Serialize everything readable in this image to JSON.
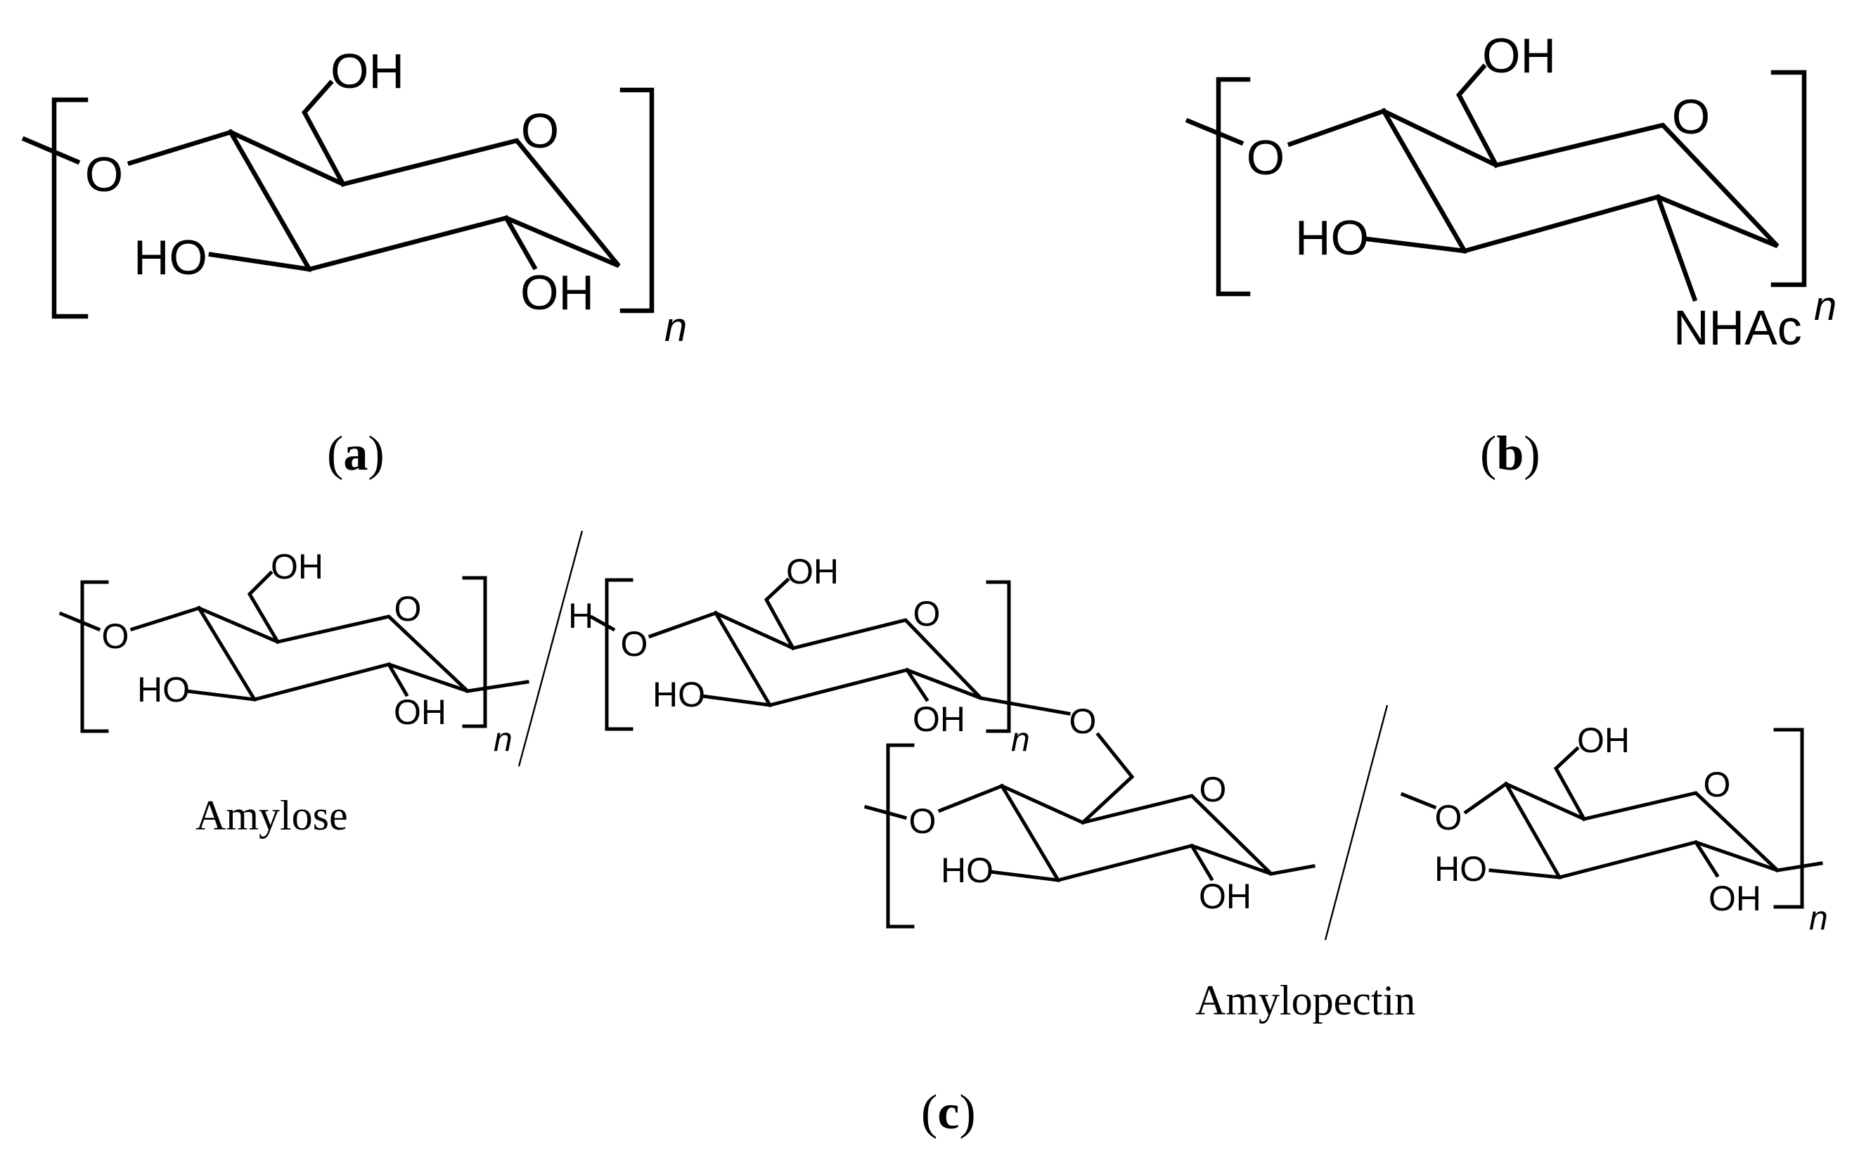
{
  "labels": {
    "oh": "OH",
    "ho": "HO",
    "o": "O",
    "h": "H",
    "nhac": "NHAc",
    "n": "n"
  },
  "captions": {
    "amylose": "Amylose",
    "amylopectin": "Amylopectin"
  },
  "panels": {
    "a": "a",
    "b": "b",
    "c": "c",
    "open": "(",
    "close": ")"
  }
}
